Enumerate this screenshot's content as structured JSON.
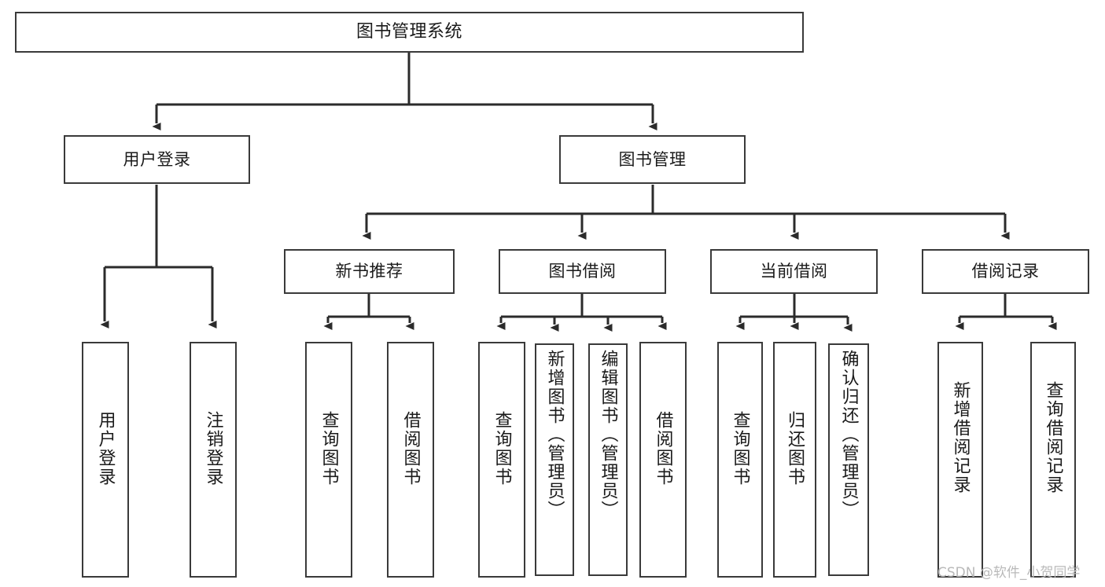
{
  "diagram": {
    "title": "图书管理系统",
    "type": "tree-hierarchy-chart",
    "background_color": "#ffffff",
    "stroke_color": "#3a3a3a",
    "watermark": "CSDN @软件_小贺同学",
    "nodes": {
      "root": {
        "label": "图书管理系统"
      },
      "level2": [
        {
          "label": "用户登录"
        },
        {
          "label": "图书管理"
        }
      ],
      "level3": [
        {
          "label": "新书推荐"
        },
        {
          "label": "图书借阅"
        },
        {
          "label": "当前借阅"
        },
        {
          "label": "借阅记录"
        }
      ],
      "leaves_user_login": [
        {
          "label": "用户登录"
        },
        {
          "label": "注销登录"
        }
      ],
      "leaves_new_book": [
        {
          "label": "查询图书"
        },
        {
          "label": "借阅图书"
        }
      ],
      "leaves_borrow": [
        {
          "label": "查询图书"
        },
        {
          "label": "新增图书（管理员）"
        },
        {
          "label": "编辑图书（管理员）"
        },
        {
          "label": "借阅图书"
        }
      ],
      "leaves_current": [
        {
          "label": "查询图书"
        },
        {
          "label": "归还图书"
        },
        {
          "label": "确认归还（管理员）"
        }
      ],
      "leaves_records": [
        {
          "label": "新增借阅记录"
        },
        {
          "label": "查询借阅记录"
        }
      ]
    }
  }
}
